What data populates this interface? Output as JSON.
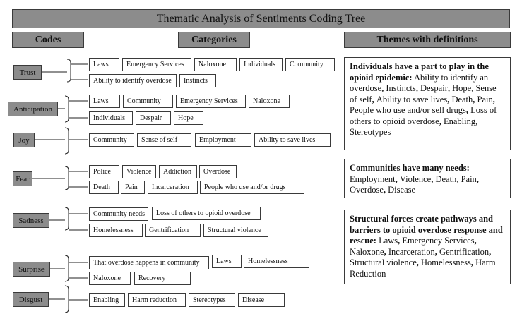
{
  "title": "Thematic Analysis of Sentiments Coding Tree",
  "headers": {
    "codes": "Codes",
    "categories": "Categories",
    "themes": "Themes with definitions"
  },
  "codes": [
    {
      "label": "Trust",
      "rows": [
        [
          "Laws",
          "Emergency Services",
          "Naloxone",
          "Individuals",
          "Community"
        ],
        [
          "Ability to identify overdose",
          "Instincts"
        ]
      ]
    },
    {
      "label": "Anticipation",
      "rows": [
        [
          "Laws",
          "Community",
          "Emergency Services",
          "Naloxone"
        ],
        [
          "Individuals",
          "Despair",
          "Hope"
        ]
      ]
    },
    {
      "label": "Joy",
      "rows": [
        [
          "Community",
          "Sense of self",
          "Employment",
          "Ability to save lives"
        ]
      ]
    },
    {
      "label": "Fear",
      "rows": [
        [
          "Police",
          "Violence",
          "Addiction",
          "Overdose"
        ],
        [
          "Death",
          "Pain",
          "Incarceration",
          "People who use and/or  drugs"
        ]
      ]
    },
    {
      "label": "Sadness",
      "rows": [
        [
          "Community needs",
          "Loss of others to opioid overdose"
        ],
        [
          "Homelessness",
          "Gentrification",
          "Structural violence"
        ]
      ]
    },
    {
      "label": "Surprise",
      "rows": [
        [
          "That overdose happens in community",
          "Laws",
          "Homelessness"
        ],
        [
          "Naloxone",
          "Recovery"
        ]
      ]
    },
    {
      "label": "Disgust",
      "rows": [
        [
          "Enabling",
          "Harm reduction",
          "Stereotypes",
          "Disease"
        ]
      ]
    }
  ],
  "themes": [
    {
      "title": "Individuals have a part to play in the opioid epidemic:",
      "items": [
        "Ability to identify an overdose",
        "Instincts",
        "Despair",
        "Hope",
        "Sense of self",
        "Ability to save lives",
        "Death",
        "Pain",
        "People who use and/or sell drugs",
        "Loss of others to opioid overdose",
        "Enabling",
        "Stereotypes"
      ]
    },
    {
      "title": "Communities have many needs:",
      "items": [
        "Employment",
        "Violence",
        "Death",
        "Pain",
        "Overdose",
        "Disease"
      ]
    },
    {
      "title": "Structural forces create pathways and barriers to opioid overdose response and rescue:",
      "items": [
        "Laws",
        "Emergency Services",
        "Naloxone",
        "Incarceration",
        "Gentrification",
        "Structural violence",
        "Homelessness",
        "Harm Reduction"
      ]
    }
  ]
}
